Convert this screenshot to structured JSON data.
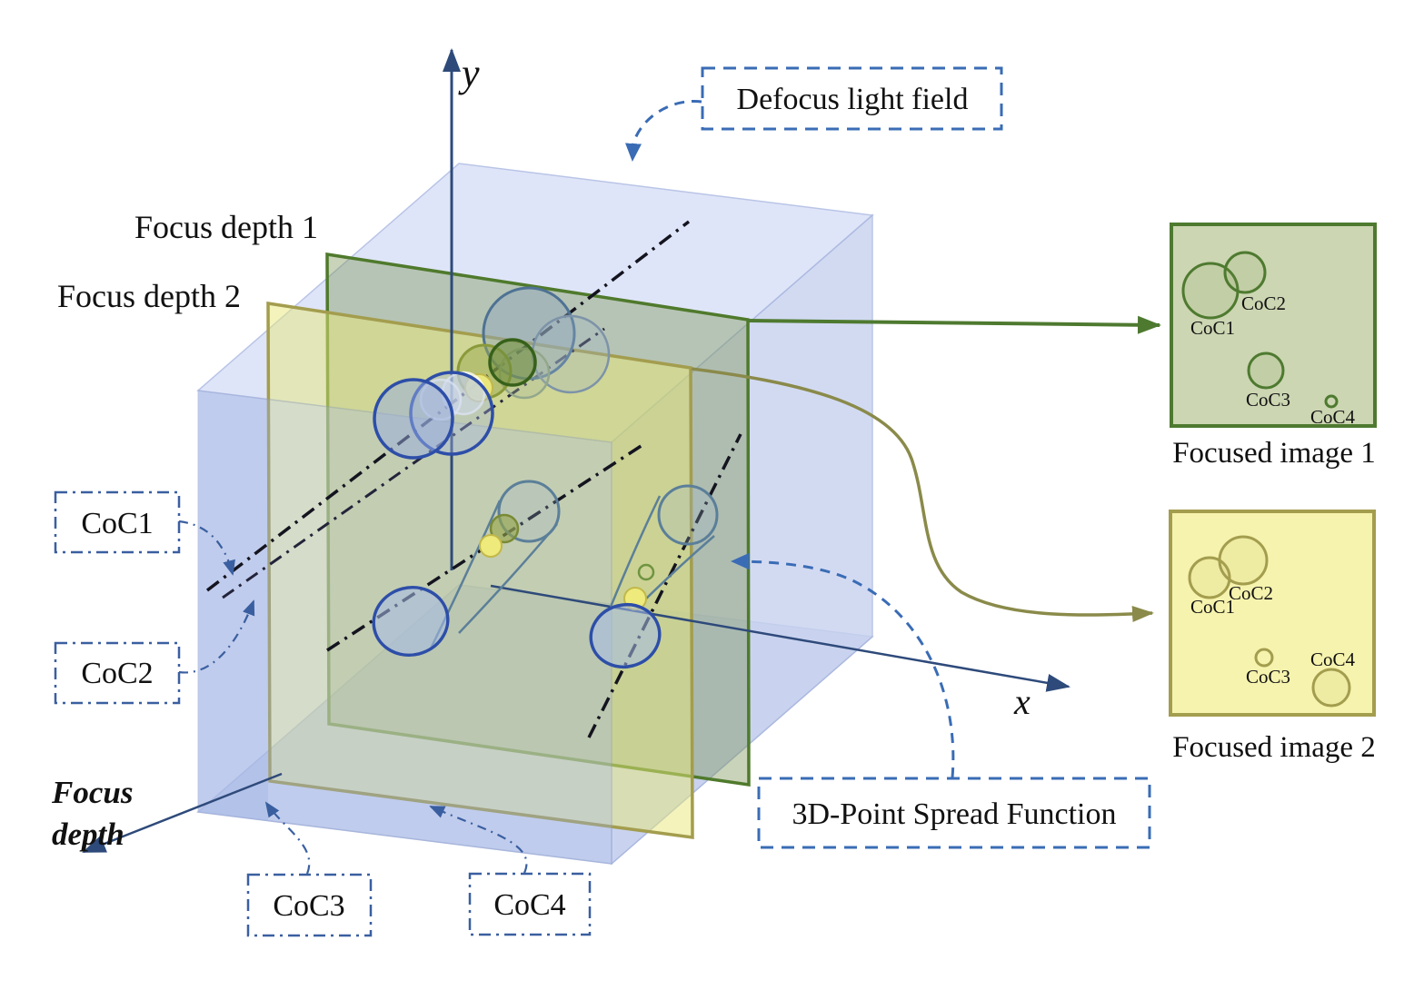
{
  "figure": {
    "defocus_label": "Defocus light field",
    "psf_label": "3D-Point Spread Function",
    "plane1_label": "Focus depth 1",
    "plane2_label": "Focus depth 2",
    "axis_x": "x",
    "axis_y": "y",
    "axis_depth_line1": "Focus",
    "axis_depth_line2": "depth",
    "callouts": {
      "coc1": "CoC1",
      "coc2": "CoC2",
      "coc3": "CoC3",
      "coc4": "CoC4"
    },
    "image1": {
      "caption": "Focused image 1",
      "labels": {
        "coc1": "CoC1",
        "coc2": "CoC2",
        "coc3": "CoC3",
        "coc4": "CoC4"
      }
    },
    "image2": {
      "caption": "Focused image 2",
      "labels": {
        "coc1": "CoC1",
        "coc2": "CoC2",
        "coc3": "CoC3",
        "coc4": "CoC4"
      }
    },
    "colors": {
      "plane1_green": "#7e9757",
      "plane2_yellow": "#e8e878",
      "image1_bg": "#ccd6b2",
      "image1_border": "#4e7a30",
      "image2_bg": "#f6f3ae",
      "image2_border": "#a39d4e",
      "callout_blue": "#3a6cb5",
      "leader_blue": "#3a5fa0",
      "axis_blue": "#2e4a7a",
      "arrow_green": "#4e7a30",
      "arrow_olive": "#8a8a4a"
    }
  }
}
